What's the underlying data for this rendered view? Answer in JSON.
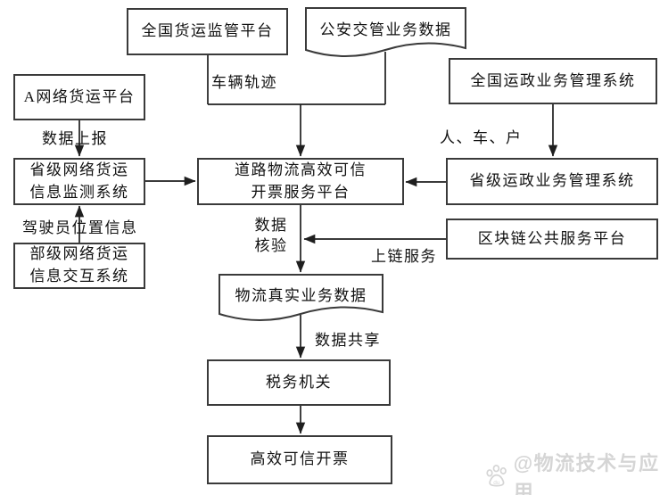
{
  "nodes": {
    "national_freight": {
      "label": "全国货运监管平台"
    },
    "police_traffic": {
      "label": "公安交管业务数据"
    },
    "a_network": {
      "label": "A网络货运平台"
    },
    "national_transport": {
      "label": "全国运政业务管理系统"
    },
    "provincial_monitor": {
      "line1": "省级网络货运",
      "line2": "信息监测系统"
    },
    "invoice_platform": {
      "line1": "道路物流高效可信",
      "line2": "开票服务平台"
    },
    "provincial_transport": {
      "label": "省级运政业务管理系统"
    },
    "ministry_exchange": {
      "line1": "部级网络货运",
      "line2": "信息交互系统"
    },
    "blockchain": {
      "label": "区块链公共服务平台"
    },
    "logistics_data": {
      "label": "物流真实业务数据"
    },
    "tax_authority": {
      "label": "税务机关"
    },
    "trusted_invoicing": {
      "label": "高效可信开票"
    }
  },
  "edge_labels": {
    "vehicle_trajectory": "车辆轨迹",
    "data_report": "数据上报",
    "person_vehicle_household": "人、车、户",
    "driver_location": "驾驶员位置信息",
    "data_verification_line1": "数据",
    "data_verification_line2": "核验",
    "onchain_service": "上链服务",
    "data_sharing": "数据共享"
  },
  "watermark": {
    "logo_text": "du",
    "handle": "@物流技术与应用"
  },
  "colors": {
    "line": "#1f1f1f",
    "box_border": "#3a3a3a",
    "text": "#111111",
    "watermark": "#d5d5d5",
    "background": "#ffffff"
  }
}
